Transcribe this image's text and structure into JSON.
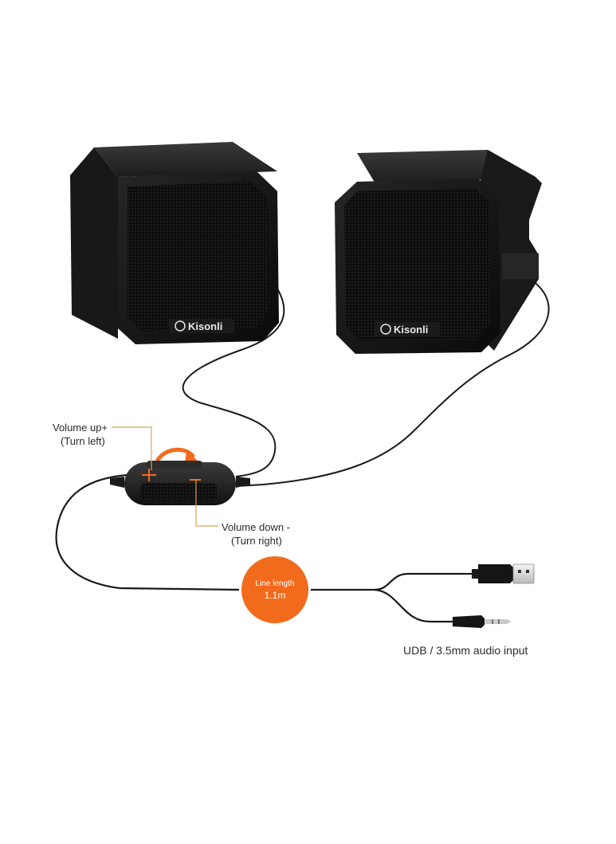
{
  "brand": {
    "left_logo_text": "Kisonli",
    "right_logo_text": "Kisonli"
  },
  "labels": {
    "volume_up_line1": "Volume up+",
    "volume_up_line2": "(Turn left)",
    "volume_down_line1": "Volume down -",
    "volume_down_line2": "(Turn right)",
    "inputs": "UDB / 3.5mm audio input"
  },
  "badge": {
    "line1": "Line length",
    "line2": "1.1m"
  },
  "controller": {
    "plus_symbol": "+",
    "minus_symbol": "–"
  },
  "colors": {
    "accent_orange": "#f26b1d",
    "speaker_body": "#141414",
    "cable": "#1a1a1a",
    "background": "#ffffff"
  }
}
